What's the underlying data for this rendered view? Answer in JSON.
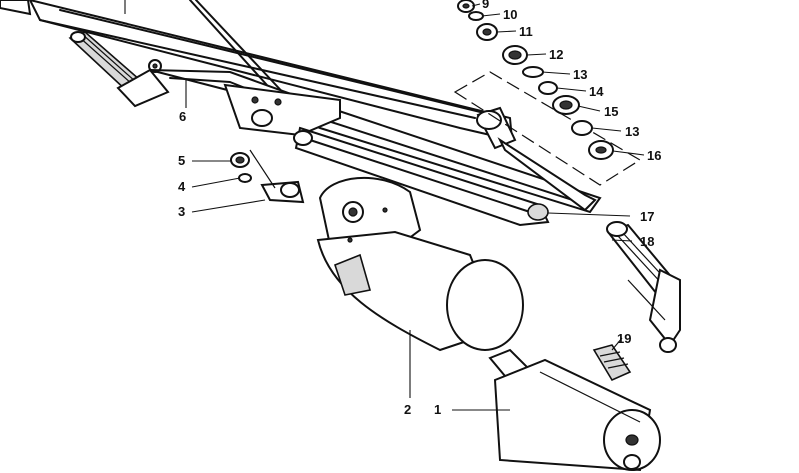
{
  "callouts": {
    "c1": "1",
    "c2": "2",
    "c3": "3",
    "c4": "4",
    "c5": "5",
    "c6": "6",
    "c9": "9",
    "c10": "10",
    "c11": "11",
    "c12": "12",
    "c13a": "13",
    "c14": "14",
    "c13b": "13",
    "c15": "15",
    "c16": "16",
    "c17": "17",
    "c18": "18",
    "c19": "19"
  }
}
